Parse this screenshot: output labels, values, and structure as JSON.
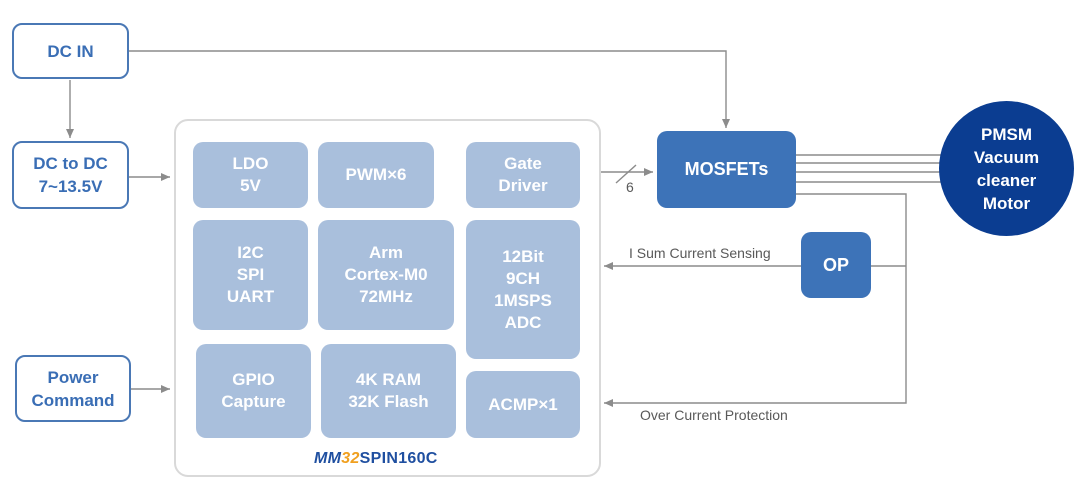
{
  "inputs": {
    "dc_in": [
      "DC IN"
    ],
    "dc_to_dc": [
      "DC to DC",
      "7~13.5V"
    ],
    "power_command": [
      "Power",
      "Command"
    ]
  },
  "chip": {
    "brand_prefix": "MM",
    "brand_number": "32",
    "brand_suffix": "SPIN160C",
    "blocks": {
      "ldo": [
        "LDO",
        "5V"
      ],
      "pwm": [
        "PWM×6"
      ],
      "gate_driver": [
        "Gate",
        "Driver"
      ],
      "comms": [
        "I2C",
        "SPI",
        "UART"
      ],
      "core": [
        "Arm",
        "Cortex-M0",
        "72MHz"
      ],
      "adc": [
        "12Bit",
        "9CH",
        "1MSPS",
        "ADC"
      ],
      "gpio": [
        "GPIO",
        "Capture"
      ],
      "memory": [
        "4K RAM",
        "32K Flash"
      ],
      "acmp": [
        "ACMP×1"
      ]
    }
  },
  "mosfets": "MOSFETs",
  "op": "OP",
  "motor": [
    "PMSM",
    "Vacuum",
    "cleaner",
    "Motor"
  ],
  "labels": {
    "bus_width": "6",
    "current_sensing": "I Sum Current Sensing",
    "over_current": "Over Current Protection"
  },
  "colors": {
    "outline_blue": "#4a78b5",
    "block_light": "#a9bfdc",
    "block_dark": "#3d73b8",
    "motor_navy": "#0b3d91",
    "brand_blue": "#1f4fa0",
    "brand_orange": "#f0a020",
    "line_gray": "#8c8c8c"
  }
}
